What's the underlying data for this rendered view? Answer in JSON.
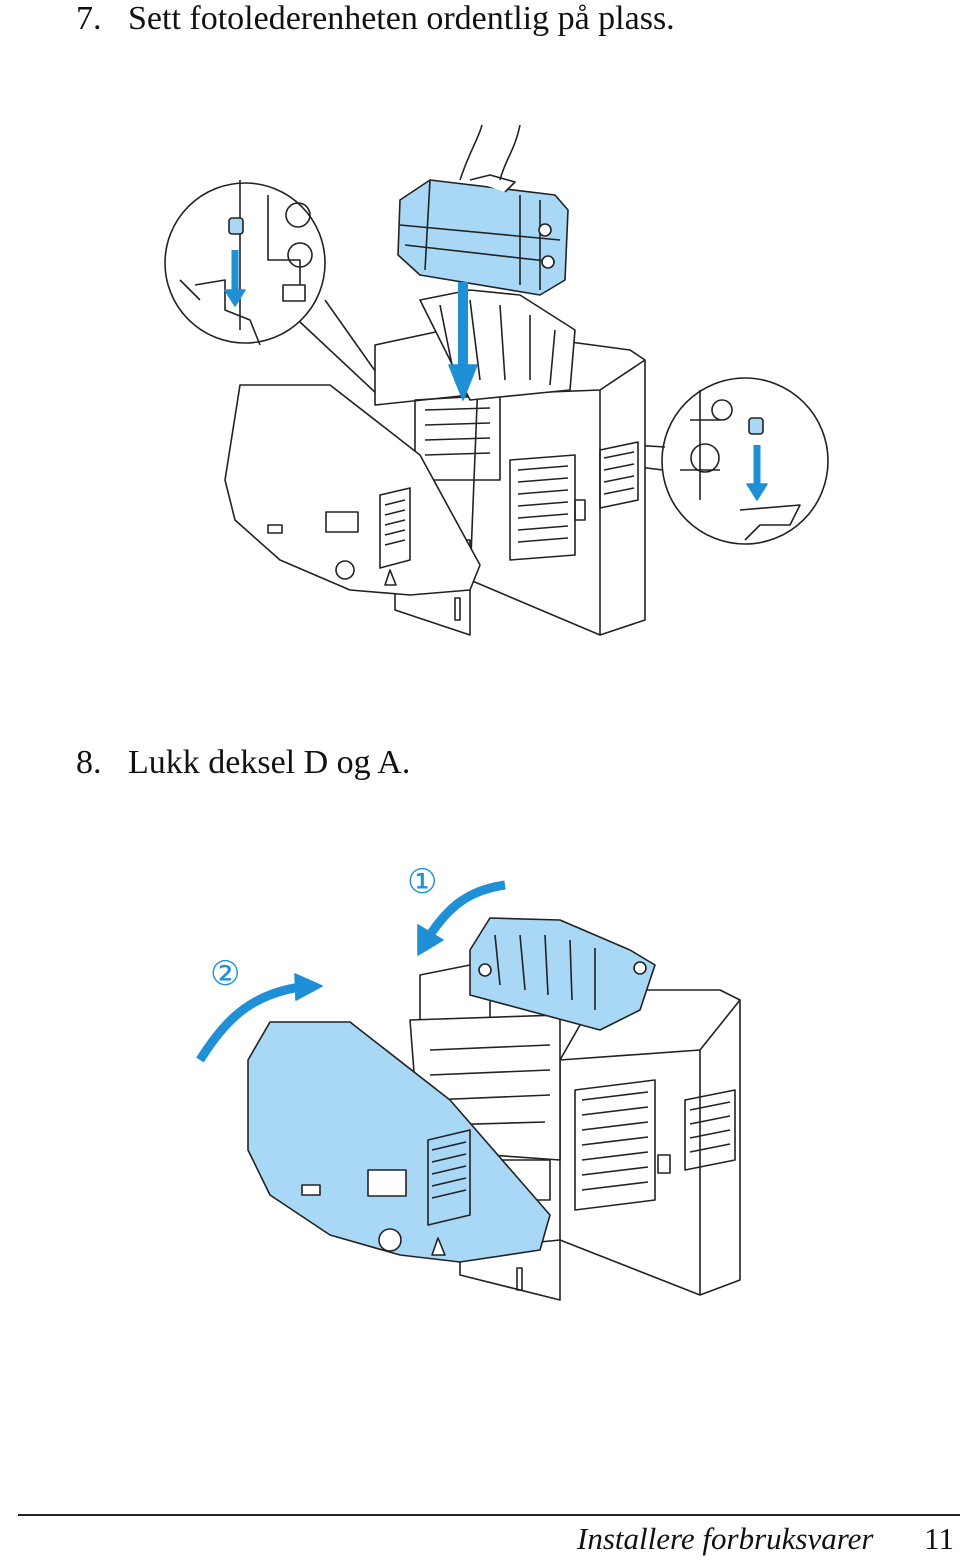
{
  "steps": [
    {
      "number": "7.",
      "text": "Sett fotolederenheten ordentlig på plass."
    },
    {
      "number": "8.",
      "text": "Lukk deksel D og A."
    }
  ],
  "figure2": {
    "callout_1": "①",
    "callout_2": "②"
  },
  "footer": {
    "section_title": "Installere forbruksvarer",
    "page_number": "11"
  },
  "colors": {
    "highlight_blue": "#a8d8f5",
    "arrow_blue": "#1f8fd6",
    "line": "#222222"
  }
}
